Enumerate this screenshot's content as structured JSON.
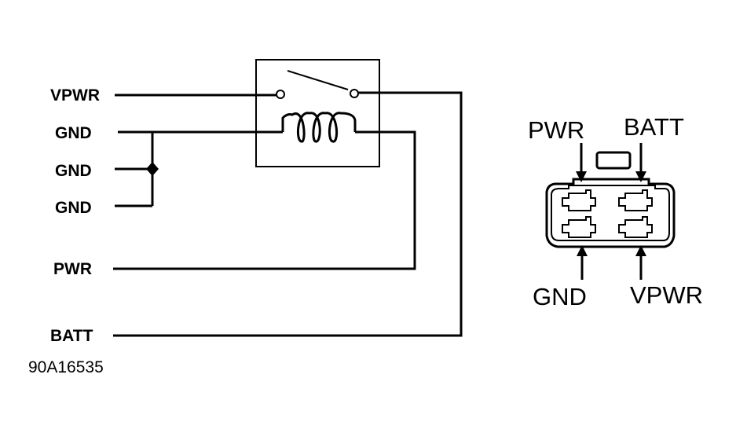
{
  "wiring_labels": {
    "vpwr": "VPWR",
    "gnd_1": "GND",
    "gnd_2": "GND",
    "gnd_3": "GND",
    "pwr": "PWR",
    "batt": "BATT"
  },
  "connector_labels": {
    "top_left": "PWR",
    "top_right": "BATT",
    "bottom_left": "GND",
    "bottom_right": "VPWR"
  },
  "figure_id": "90A16535",
  "colors": {
    "line": "#000000",
    "background": "#ffffff"
  }
}
